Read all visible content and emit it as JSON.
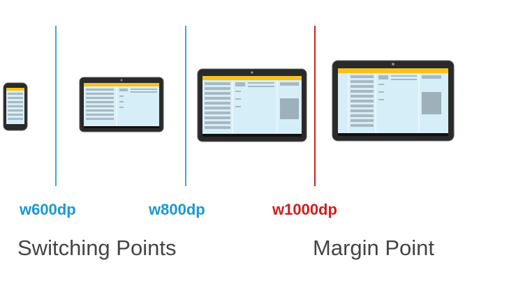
{
  "breakpoints": [
    {
      "label": "w600dp",
      "type": "switching"
    },
    {
      "label": "w800dp",
      "type": "switching"
    },
    {
      "label": "w1000dp",
      "type": "margin"
    }
  ],
  "headings": {
    "switching": "Switching Points",
    "margin": "Margin Point"
  },
  "colors": {
    "switching_line": "#3fa8d6",
    "margin_line": "#cc1f1f",
    "switching_text": "#1a98cf",
    "margin_text": "#d11c1c",
    "device_body": "#2a2a2a",
    "device_bezel": "#444444",
    "screen_bg": "#d6eef7",
    "app_bar": "#f7c21b",
    "list_row": "#a9b9c1",
    "panel": "#9eb0b9",
    "heading_text": "#444444"
  },
  "devices": [
    {
      "name": "phone"
    },
    {
      "name": "small-tablet"
    },
    {
      "name": "medium-tablet"
    },
    {
      "name": "large-tablet"
    }
  ]
}
